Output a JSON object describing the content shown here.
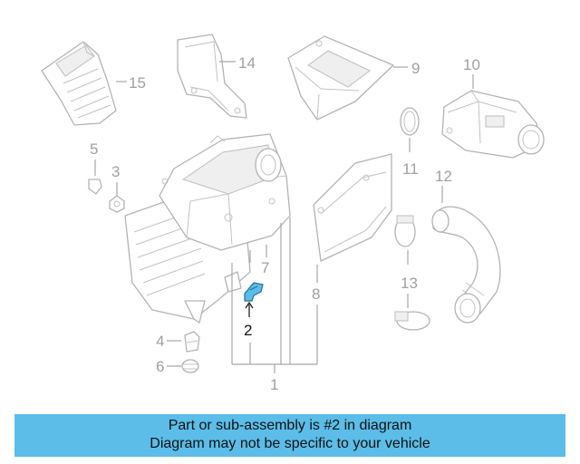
{
  "callouts": {
    "c1": "1",
    "c2": "2",
    "c3": "3",
    "c4": "4",
    "c5": "5",
    "c6": "6",
    "c7": "7",
    "c8": "8",
    "c9": "9",
    "c10": "10",
    "c11": "11",
    "c12": "12",
    "c13": "13",
    "c14": "14",
    "c15": "15"
  },
  "highlight_part": "2",
  "highlight_color": "#5bbde8",
  "banner": {
    "line1": "Part or sub-assembly is #2 in diagram",
    "line2": "Diagram may not be specific to your vehicle"
  }
}
